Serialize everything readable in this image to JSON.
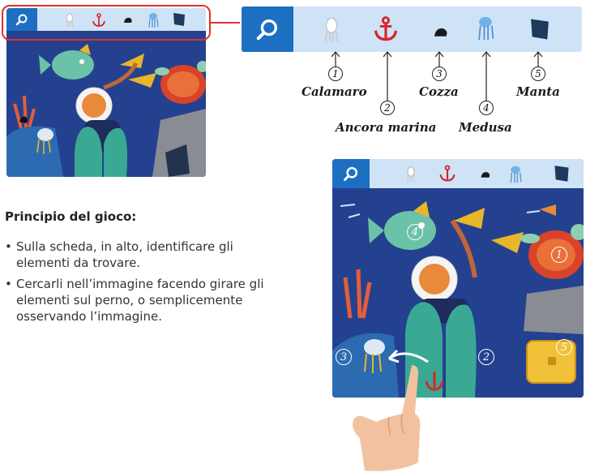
{
  "legend": {
    "items": [
      {
        "number": "1",
        "name": "Calamaro"
      },
      {
        "number": "2",
        "name": "Ancora marina"
      },
      {
        "number": "3",
        "name": "Cozza"
      },
      {
        "number": "4",
        "name": "Medusa"
      },
      {
        "number": "5",
        "name": "Manta"
      }
    ]
  },
  "rules": {
    "title": "Principio del gioco:",
    "bullets": [
      "Sulla scheda, in alto, identificare gli elementi da trovare.",
      "Cercarli nell’immagine facendo girare gli elementi sul perno, o semplicemente osservando l’immagine."
    ]
  },
  "scene_badges": [
    "4",
    "1",
    "3",
    "2",
    "5"
  ],
  "colors": {
    "sea": "#24418f",
    "bar": "#cfe3f7",
    "magnifier": "#1d6fc2",
    "highlight": "#e0322d",
    "anchor": "#d6262b"
  },
  "icons": [
    "magnifier-icon",
    "squid-icon",
    "anchor-icon",
    "mussel-icon",
    "jellyfish-icon",
    "manta-icon"
  ]
}
